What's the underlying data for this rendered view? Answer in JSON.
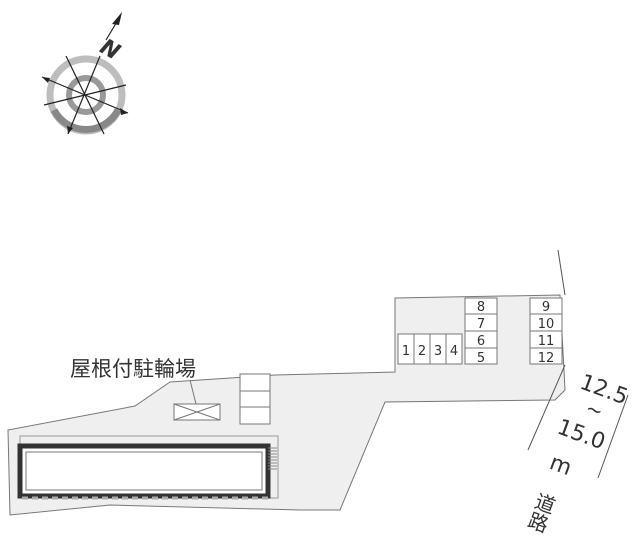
{
  "compass": {
    "north_label": "N",
    "icon": "compass-rose-icon"
  },
  "bicycle_parking": {
    "label": "屋根付駐輪場"
  },
  "parking_spaces": {
    "row_horizontal": [
      "1",
      "2",
      "3",
      "4"
    ],
    "column_middle": [
      "8",
      "7",
      "6",
      "5"
    ],
    "column_right": [
      "9",
      "10",
      "11",
      "12"
    ]
  },
  "road": {
    "width_from": "12.5",
    "tilde": "~",
    "width_to": "15.0",
    "unit": "m",
    "label": "道路"
  },
  "colors": {
    "lot_fill": "#efefef",
    "outline": "#777777",
    "building": "#333333"
  }
}
